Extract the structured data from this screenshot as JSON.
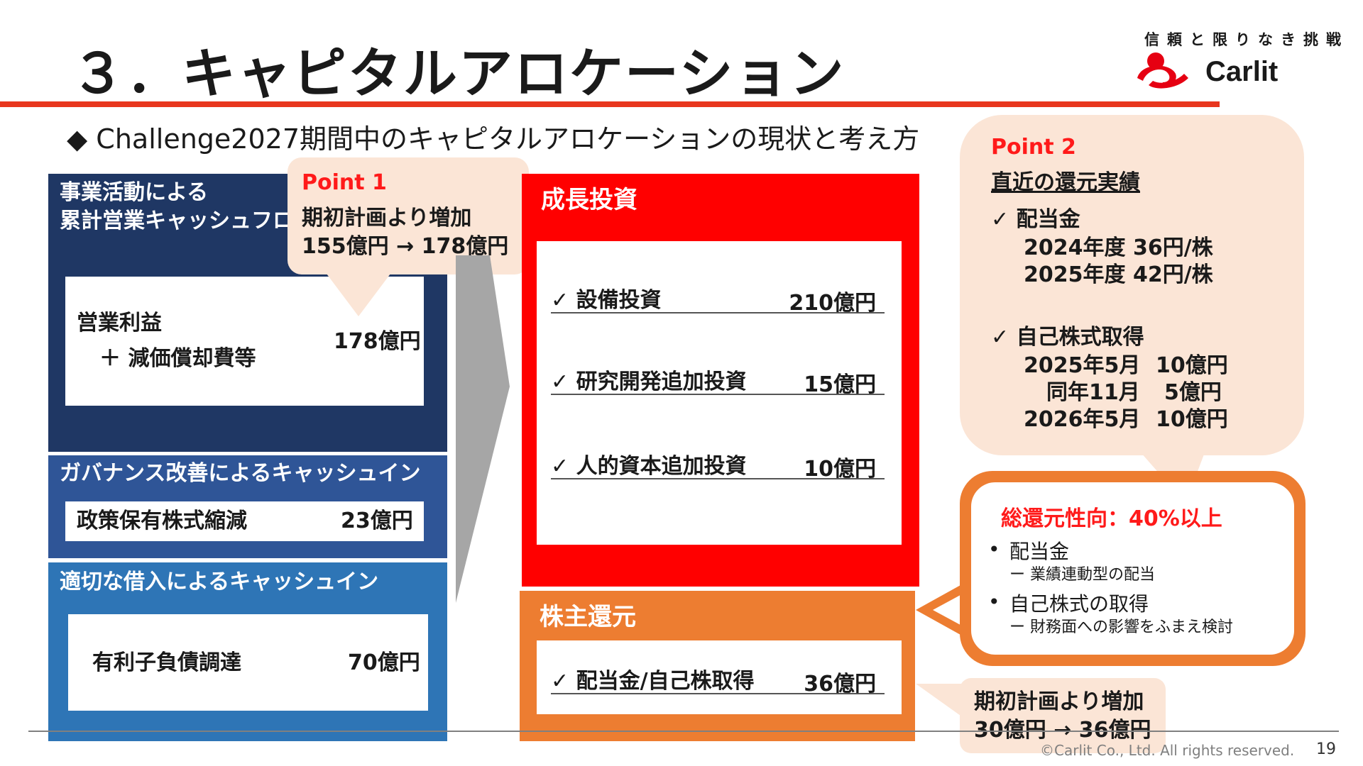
{
  "header": {
    "title": "３．キャピタルアロケーション",
    "subtitle": "◆ Challenge2027期間中のキャピタルアロケーションの現状と考え方",
    "tagline": "信頼と限りなき挑戦",
    "brand": "Carlit",
    "colors": {
      "accent_red": "#e8361e",
      "logo_red": "#e60012"
    }
  },
  "operating_cf": {
    "heading_line1": "事業活動による",
    "heading_line2": "累計営業キャッシュフロー",
    "item_line1": "営業利益",
    "item_line2": "＋ 減価償却費等",
    "amount": "178億円",
    "color": "#1f3764"
  },
  "point1": {
    "label": "Point 1",
    "line1": "期初計画より増加",
    "line2": "155億円 → 178億円"
  },
  "governance_cf": {
    "heading": "ガバナンス改善によるキャッシュイン",
    "item": "政策保有株式縮減",
    "amount": "23億円",
    "color": "#2f5597"
  },
  "borrowing_cf": {
    "heading": "適切な借入によるキャッシュイン",
    "item": "有利子負債調達",
    "amount": "70億円",
    "color": "#2e75b6"
  },
  "growth_investment": {
    "heading": "成長投資",
    "color": "#ff0000",
    "items": [
      {
        "label": "✓ 設備投資",
        "amount": "210億円"
      },
      {
        "label": "✓ 研究開発追加投資",
        "amount": "15億円"
      },
      {
        "label": "✓ 人的資本追加投資",
        "amount": "10億円"
      }
    ]
  },
  "shareholder_return": {
    "heading": "株主還元",
    "color": "#ed7d31",
    "item": "✓ 配当金/自己株取得",
    "amount": "36億円",
    "note_line1": "期初計画より増加",
    "note_line2": "30億円 → 36億円"
  },
  "point2": {
    "label": "Point 2",
    "subheading": "直近の還元実績",
    "dividend_label": "✓ 配当金",
    "dividend_lines": [
      "2024年度 36円/株",
      "2025年度 42円/株"
    ],
    "buyback_label": "✓ 自己株式取得",
    "buyback_lines": [
      {
        "date": "2025年5月",
        "amount": "10億円"
      },
      {
        "date": "同年11月",
        "amount": "5億円"
      },
      {
        "date": "2026年5月",
        "amount": "10億円"
      }
    ]
  },
  "payout_policy": {
    "heading": "総還元性向：40%以上",
    "bullet1": "配当金",
    "bullet1_sub": "ー 業績連動型の配当",
    "bullet2": "自己株式の取得",
    "bullet2_sub": "ー 財務面への影響をふまえ検討"
  },
  "footer": {
    "copyright": "©Carlit Co., Ltd. All rights reserved.",
    "page_number": "19"
  }
}
